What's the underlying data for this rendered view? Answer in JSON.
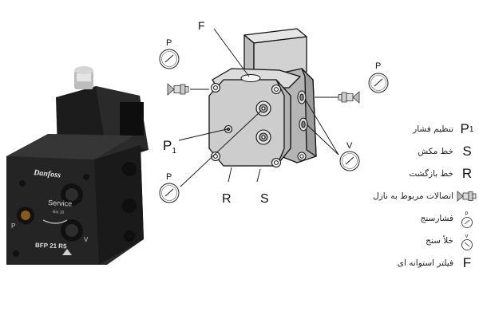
{
  "photo": {
    "brand": "Danfoss",
    "service_label": "Service",
    "service_sub": "Bio 10",
    "model": "BFP 21 R5",
    "port_p": "P",
    "port_v": "V"
  },
  "diagram": {
    "label_f": "F",
    "label_p1": "P",
    "label_p1_sub": "1",
    "label_r": "R",
    "label_s": "S",
    "label_v": "V",
    "gauge_p": "P",
    "gauge_v": "V"
  },
  "legend": [
    {
      "symbol": "P",
      "sub": "1",
      "text": "تنظیم فشار"
    },
    {
      "symbol": "S",
      "text": "خط مکش"
    },
    {
      "symbol": "R",
      "text": "خط بازگشت"
    },
    {
      "symbol_icon": "nozzle-fitting-icon",
      "text": "اتصالات مربوط به نازل"
    },
    {
      "symbol_icon": "pressure-gauge-icon",
      "icon_letter": "P",
      "text": "فشارسنج"
    },
    {
      "symbol_icon": "vacuum-gauge-icon",
      "icon_letter": "V",
      "text": "خلأ سنج"
    },
    {
      "symbol": "F",
      "text": "فیلتر استوانه ای"
    }
  ]
}
